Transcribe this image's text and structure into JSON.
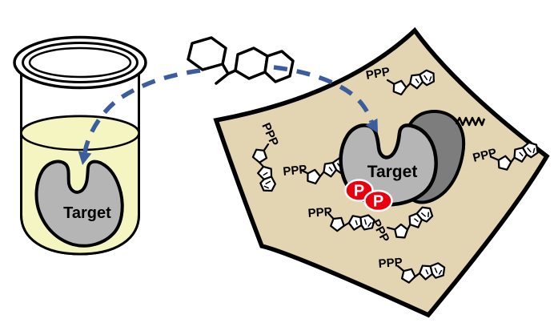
{
  "diagram": {
    "beaker": {
      "target_label": "Target"
    },
    "cell": {
      "target_label": "Target",
      "atp_label": "PPP",
      "atp_count": 7,
      "phosphate_labels": [
        "P",
        "P"
      ]
    },
    "colors": {
      "beaker_liquid": "#f5f5c2",
      "cell_cytoplasm": "#e3d5b1",
      "target_protein": "#b5b5b5",
      "partner_protein": "#7d7d7d",
      "arrow_blue": "#3b5c9e",
      "phosphate_red": "#e8000f",
      "outline": "#000000"
    }
  }
}
